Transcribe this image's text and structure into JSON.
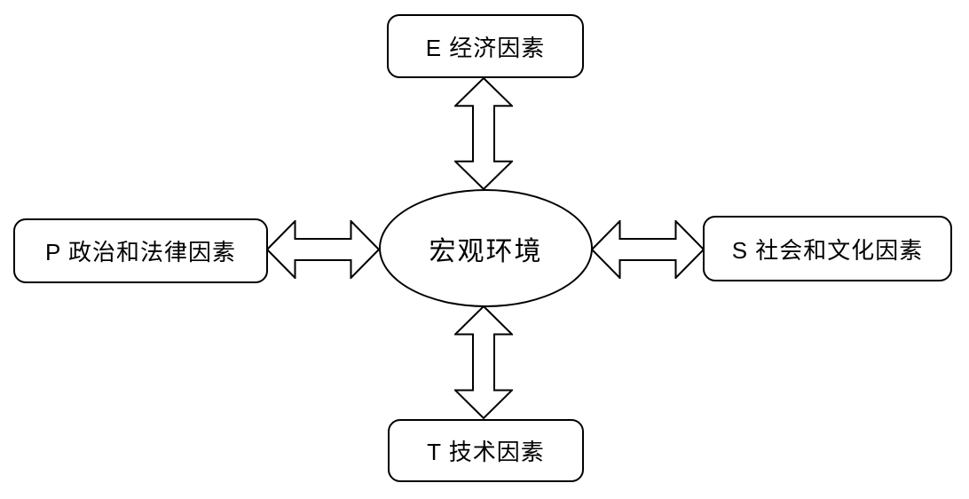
{
  "diagram": {
    "center": {
      "label": "宏观环境"
    },
    "nodes": {
      "top": {
        "label": "E 经济因素"
      },
      "left": {
        "label": "P 政治和法律因素"
      },
      "right": {
        "label": "S 社会和文化因素"
      },
      "bottom": {
        "label": "T 技术因素"
      }
    },
    "connectors": {
      "style": "double-headed hollow block arrow",
      "count": 4
    }
  },
  "colors": {
    "line": "#000000",
    "fill": "#ffffff",
    "text": "#000000"
  }
}
